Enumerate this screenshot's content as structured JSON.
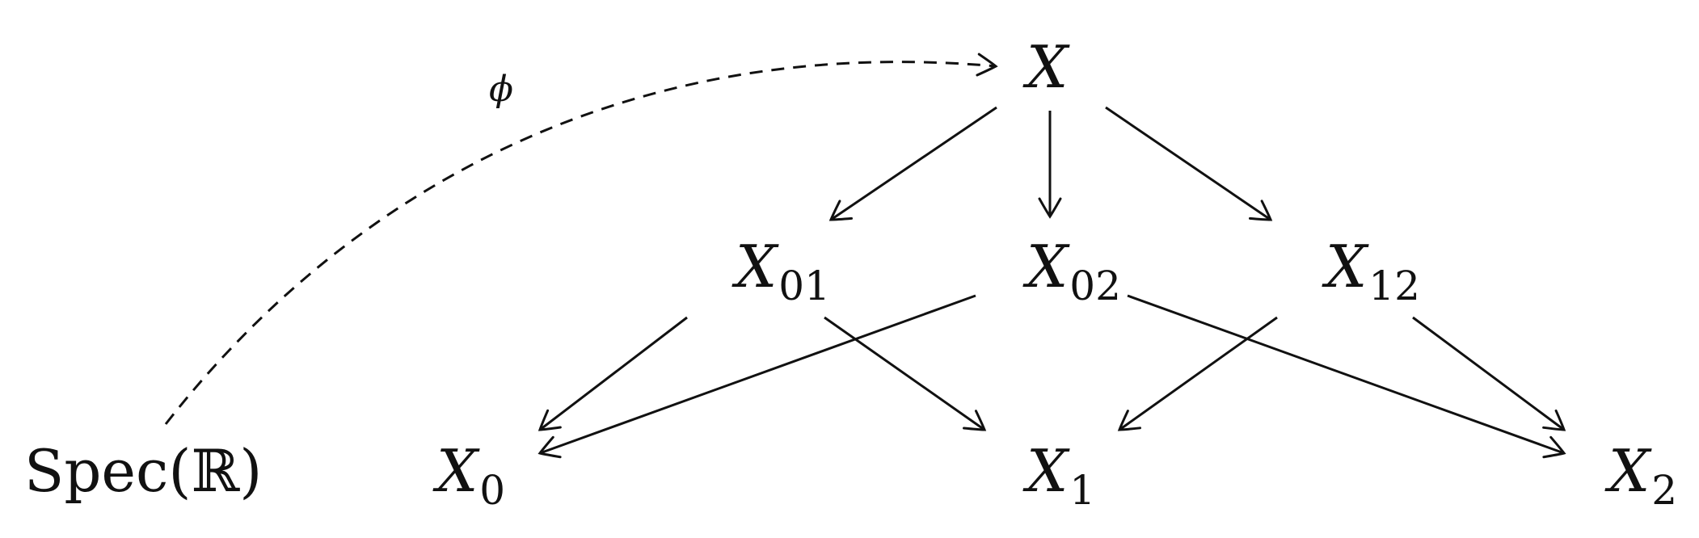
{
  "diagram": {
    "nodes": [
      {
        "id": "X",
        "main": "X",
        "sub": ""
      },
      {
        "id": "X01",
        "main": "X",
        "sub": "01"
      },
      {
        "id": "X02",
        "main": "X",
        "sub": "02"
      },
      {
        "id": "X12",
        "main": "X",
        "sub": "12"
      },
      {
        "id": "X0",
        "main": "X",
        "sub": "0"
      },
      {
        "id": "X1",
        "main": "X",
        "sub": "1"
      },
      {
        "id": "X2",
        "main": "X",
        "sub": "2"
      },
      {
        "id": "Spec",
        "main": "Spec(ℝ)",
        "sub": ""
      }
    ],
    "edges": [
      {
        "from": "X",
        "to": "X01",
        "style": "solid"
      },
      {
        "from": "X",
        "to": "X02",
        "style": "solid"
      },
      {
        "from": "X",
        "to": "X12",
        "style": "solid"
      },
      {
        "from": "X01",
        "to": "X0",
        "style": "solid"
      },
      {
        "from": "X01",
        "to": "X1",
        "style": "solid"
      },
      {
        "from": "X02",
        "to": "X0",
        "style": "solid"
      },
      {
        "from": "X02",
        "to": "X2",
        "style": "solid"
      },
      {
        "from": "X12",
        "to": "X1",
        "style": "solid"
      },
      {
        "from": "X12",
        "to": "X2",
        "style": "solid"
      },
      {
        "from": "Spec",
        "to": "X",
        "style": "dashed",
        "label": "ϕ"
      }
    ]
  }
}
